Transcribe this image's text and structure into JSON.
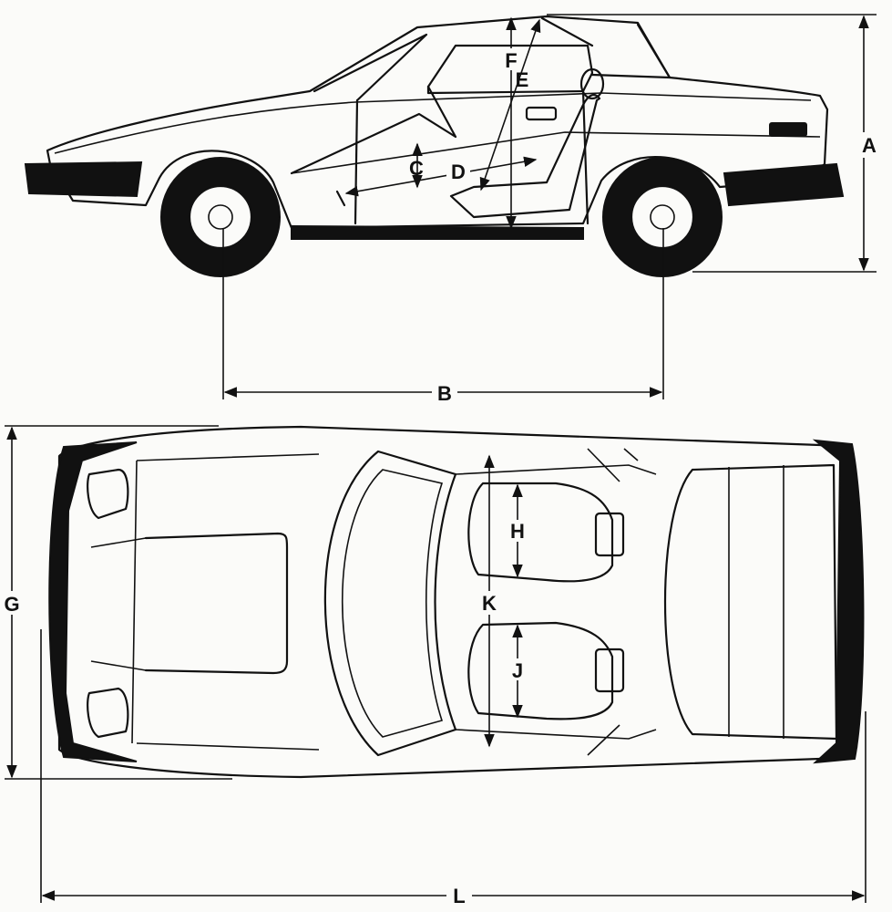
{
  "labels": {
    "A": "A",
    "B": "B",
    "C": "C",
    "D": "D",
    "E": "E",
    "F": "F",
    "G": "G",
    "H": "H",
    "J": "J",
    "K": "K",
    "L": "L"
  }
}
